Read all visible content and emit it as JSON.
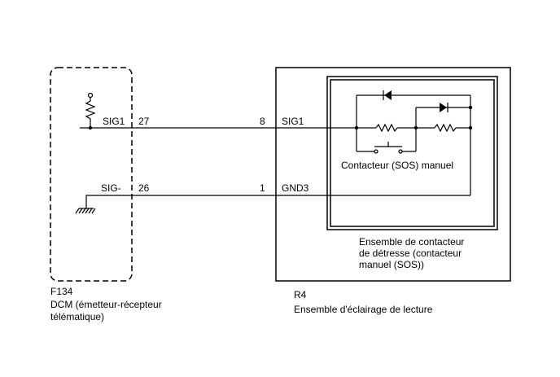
{
  "left_connector": {
    "code": "F134",
    "name_line1": "DCM (émetteur-récepteur",
    "name_line2": "télématique)",
    "pins": [
      {
        "signal": "SIG1",
        "pin": "27"
      },
      {
        "signal": "SIG-",
        "pin": "26"
      }
    ]
  },
  "right_connector": {
    "code": "R4",
    "name": "Ensemble d'éclairage de lecture",
    "pins": [
      {
        "pin": "8",
        "signal": "SIG1"
      },
      {
        "pin": "1",
        "signal": "GND3"
      }
    ]
  },
  "inner_assembly": {
    "name_line1": "Ensemble de contacteur",
    "name_line2": "de détresse (contacteur",
    "name_line3": "manuel (SOS))",
    "switch_label": "Contacteur (SOS) manuel"
  },
  "colors": {
    "line": "#000000",
    "background": "#ffffff"
  }
}
